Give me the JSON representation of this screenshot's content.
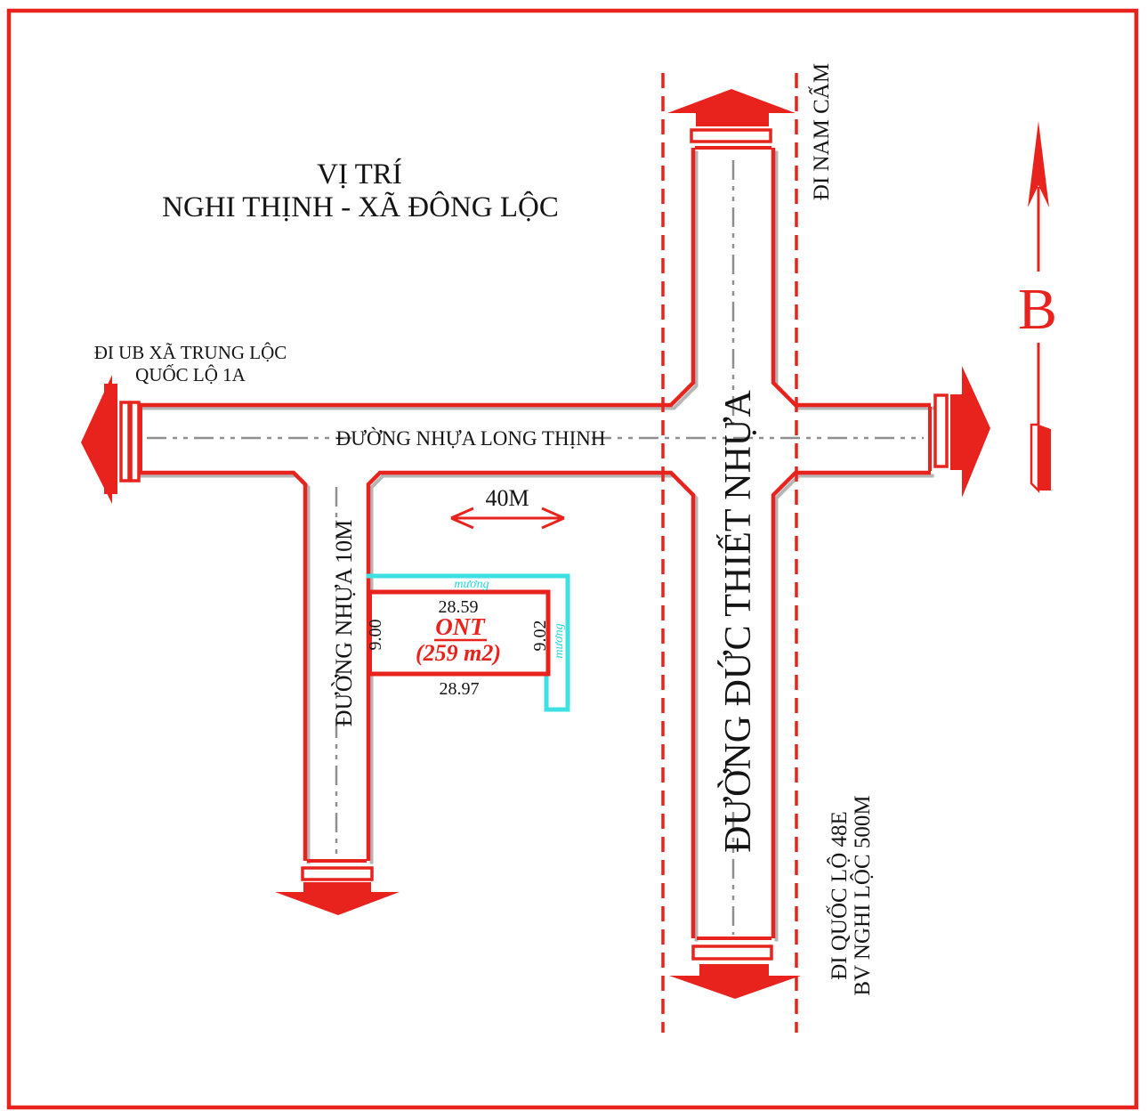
{
  "map": {
    "title": {
      "line1": "VỊ TRÍ",
      "line2": "NGHI THỊNH - XÃ ĐÔNG LỘC"
    },
    "compass": {
      "north_label": "B"
    },
    "roads": {
      "long_thinh": {
        "name": "ĐƯỜNG NHỰA LONG THỊNH"
      },
      "duc_thiet": {
        "name": "ĐƯỜNG ĐỨC THIẾT NHỰA"
      },
      "nhua_10m": {
        "name": "ĐƯỜNG NHỰA 10M"
      }
    },
    "directions": {
      "west": {
        "line1": "ĐI UB XÃ TRUNG LỘC",
        "line2": "QUỐC LỘ 1A"
      },
      "north": {
        "label": "ĐI NAM CẤM"
      },
      "south": {
        "line1": "ĐI QUỐC LỘ 48E",
        "line2": "BV NGHI LỘC 500M"
      }
    },
    "scale": {
      "label": "40M"
    },
    "plot": {
      "land_use": "ONT",
      "area": "(259 m2)",
      "dim_top": "28.59",
      "dim_bottom": "28.97",
      "dim_left": "9.00",
      "dim_right": "9.02"
    },
    "canal": {
      "label_top": "mương",
      "label_right": "mương"
    }
  },
  "colors": {
    "red": "#e8231e",
    "shadow_gray": "#b5b5b5",
    "centerline_gray": "#8f8f8f",
    "canal_cyan": "#3ee1e1",
    "text_black": "#141414"
  }
}
